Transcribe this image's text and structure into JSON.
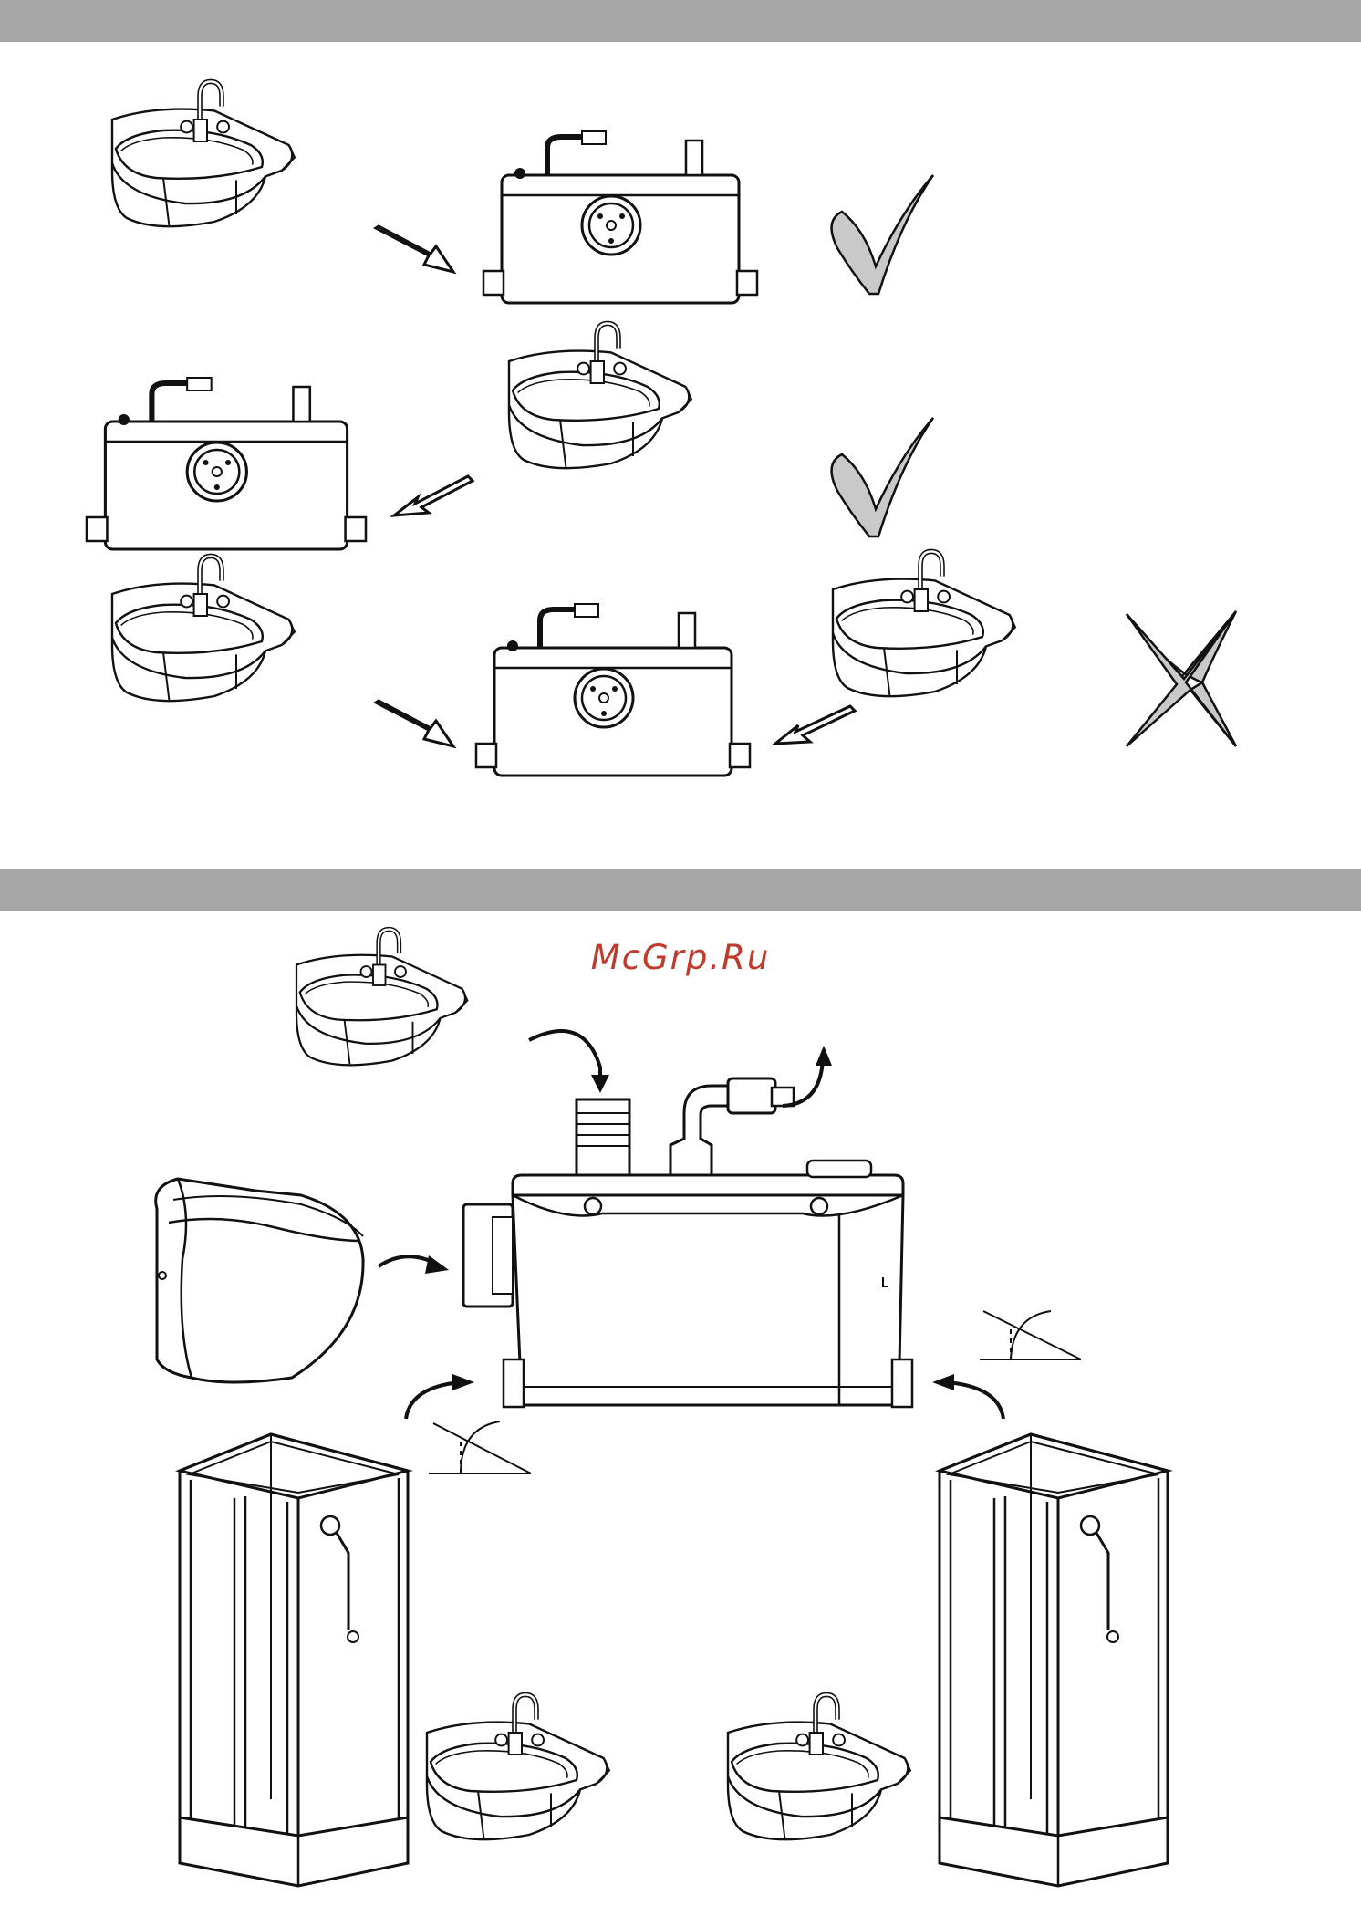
{
  "watermark": {
    "text": "McGrp.Ru",
    "color": "#c0392b"
  },
  "colors": {
    "band": "#a6a6a6",
    "line": "#111111",
    "mark_fill": "#c9c9c9",
    "paper": "#ffffff"
  },
  "section_1": {
    "rows": [
      {
        "sequence": [
          "washbasin",
          "arrow",
          "sanitary-pump"
        ],
        "verdict": "correct",
        "verdict_icon": "check-mark-icon"
      },
      {
        "sequence": [
          "sanitary-pump",
          "arrow",
          "washbasin"
        ],
        "verdict": "correct",
        "verdict_icon": "check-mark-icon"
      },
      {
        "sequence": [
          "washbasin",
          "arrow",
          "sanitary-pump",
          "arrow",
          "washbasin"
        ],
        "verdict": "incorrect",
        "verdict_icon": "cross-mark-icon"
      }
    ]
  },
  "section_2": {
    "center": "sanitary-pump",
    "connections": [
      "washbasin",
      "wall-hung-toilet",
      "shower-cabin",
      "washbasin",
      "washbasin",
      "shower-cabin"
    ],
    "slope_indicators": 2
  }
}
